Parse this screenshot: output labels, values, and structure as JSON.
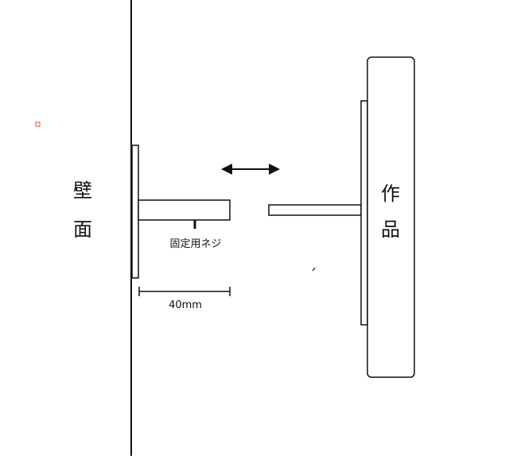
{
  "wall": {
    "label_line1": "壁",
    "label_line2": "面"
  },
  "bracket": {
    "screw_label": "固定用ネジ"
  },
  "dimension": {
    "label": "40mm"
  },
  "artwork": {
    "label_line1": "作",
    "label_line2": "品"
  },
  "arrow": {
    "meaning": "double-headed-arrow"
  },
  "colors": {
    "line": "#111111",
    "marker": "#e0503a",
    "background": "#ffffff"
  }
}
